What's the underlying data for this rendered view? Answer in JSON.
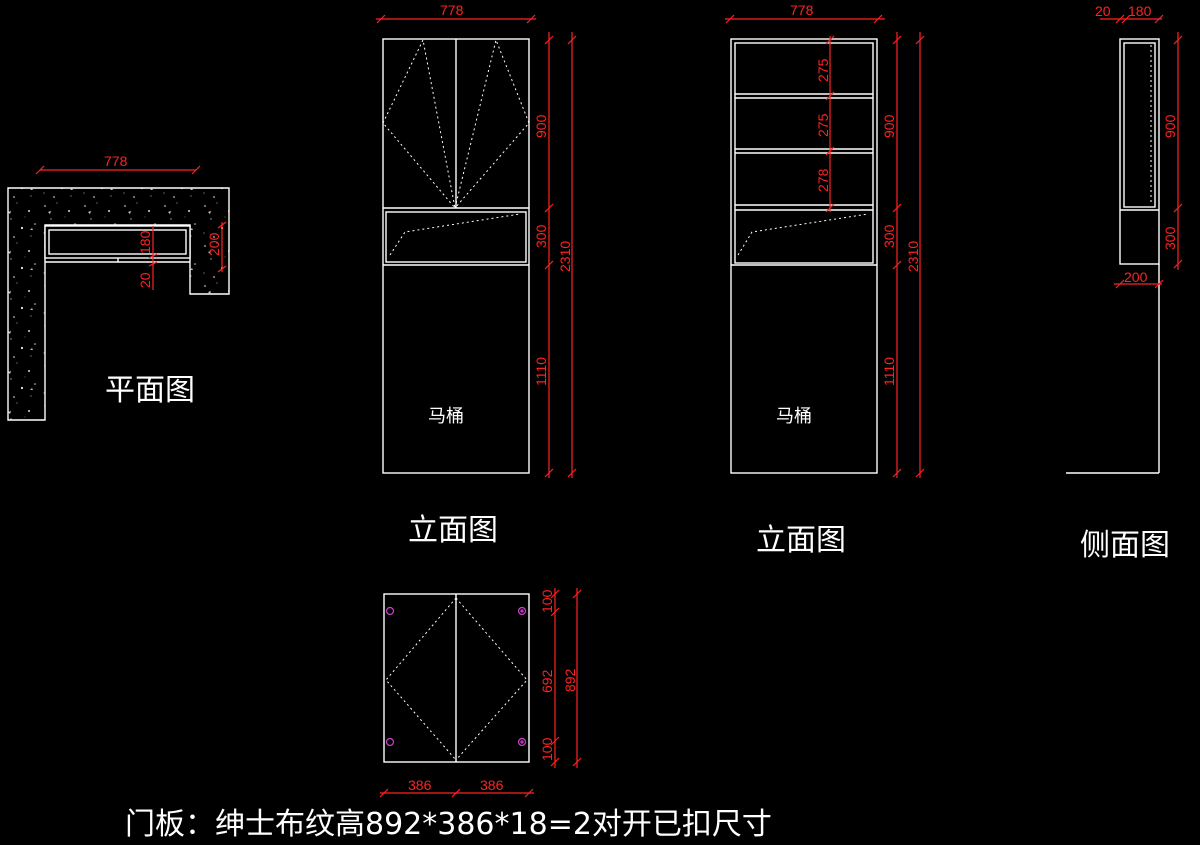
{
  "labels": {
    "plan": "平面图",
    "elevation_left": "立面图",
    "elevation_right": "立面图",
    "side": "侧面图",
    "toilet_left": "马桶",
    "toilet_right": "马桶",
    "door_note": "门板：绅士布纹高892*386*18=2对开已扣尺寸"
  },
  "dims": {
    "plan_width": "778",
    "plan_depth": "180",
    "plan_thick": "20",
    "plan_right": "200",
    "el1_width": "778",
    "el1_h900": "900",
    "el1_h300": "300",
    "el1_h1110": "1110",
    "el1_total": "2310",
    "el2_width": "778",
    "el2_s1": "275",
    "el2_s2": "275",
    "el2_s3": "278",
    "el2_h900": "900",
    "el2_h300": "300",
    "el2_h1110": "1110",
    "el2_total": "2310",
    "side_thick": "20",
    "side_depth": "180",
    "side_h900": "900",
    "side_h300": "300",
    "side_bottom": "200",
    "door_top": "100",
    "door_mid": "692",
    "door_bottom": "100",
    "door_total": "892",
    "door_w_left": "386",
    "door_w_right": "386"
  },
  "colors": {
    "line": "#ffffff",
    "dimension": "#ff2222",
    "hinge": "#d040d0",
    "background": "#000000"
  }
}
